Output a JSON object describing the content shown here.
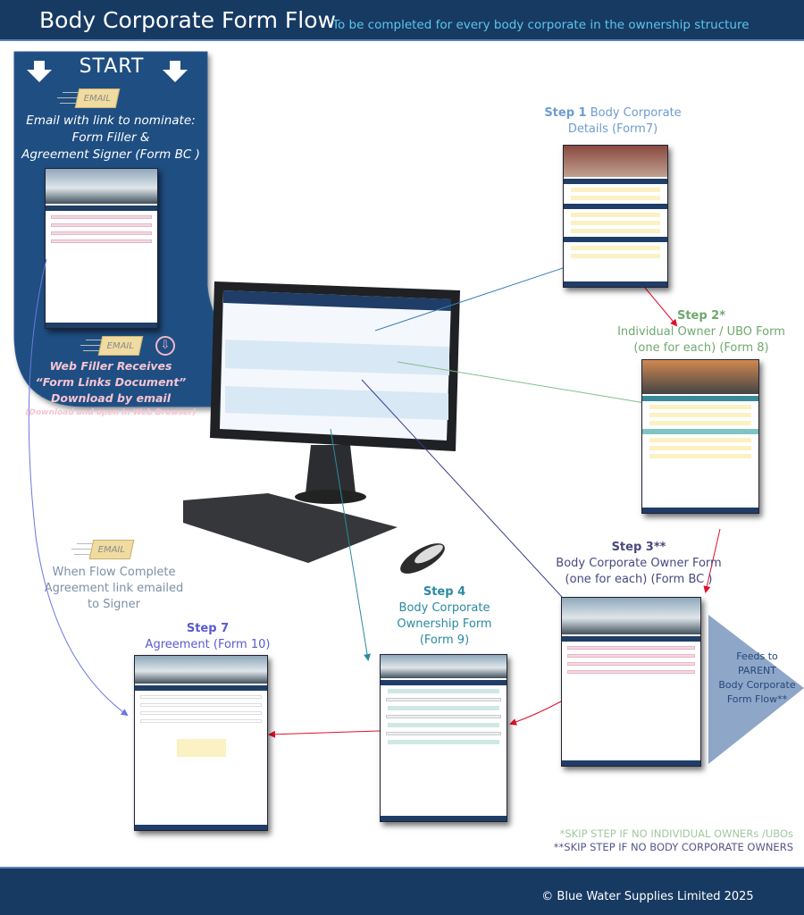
{
  "header": {
    "title": "Body Corporate Form Flow",
    "subtitle": "To be completed for every body corporate in the ownership structure"
  },
  "start": {
    "label": "START",
    "email_badge": "EMAIL",
    "lines": [
      "Email with link to nominate:",
      "Form Filler &",
      "Agreement Signer (Form BC )"
    ],
    "web_filler": [
      "Web Filler Receives",
      "“Form Links Document”",
      "Download by email"
    ],
    "web_filler_note": "(Download and open in Web Browser)"
  },
  "steps": {
    "step1": {
      "num": "Step 1",
      "name": "Body Corporate",
      "name2": "Details (Form7)"
    },
    "step2": {
      "num": "Step 2*",
      "lines": [
        "Individual Owner / UBO Form",
        "(one for each)  (Form 8)"
      ]
    },
    "step3": {
      "num": "Step 3**",
      "lines": [
        "Body Corporate Owner Form",
        "(one for each)  (Form BC )"
      ]
    },
    "step4": {
      "num": "Step 4",
      "lines": [
        "Body Corporate",
        "Ownership Form",
        "(Form 9)"
      ]
    },
    "step7": {
      "num": "Step 7",
      "lines": [
        "Agreement (Form 10)"
      ]
    }
  },
  "flow_complete": {
    "email_badge": "EMAIL",
    "lines": [
      "When Flow Complete",
      "Agreement link emailed",
      "to Signer"
    ]
  },
  "feeds": {
    "lines": [
      "Feeds to",
      "PARENT",
      "Body Corporate",
      "Form Flow**"
    ]
  },
  "notes": {
    "skip1": "*SKIP STEP IF NO INDIVIDUAL OWNERs /UBOs",
    "skip2": "**SKIP STEP IF NO BODY CORPORATE OWNERS"
  },
  "footer": {
    "copyright": "© Blue Water Supplies Limited 2025"
  },
  "colors": {
    "navy": "#173a63",
    "panel": "#1f4e82",
    "step1": "#5b8fc4",
    "step2": "#6fa86f",
    "step3": "#48487f",
    "step4": "#2a8aa0",
    "step7": "#5a5ad0",
    "arrow_red": "#e0102a"
  }
}
